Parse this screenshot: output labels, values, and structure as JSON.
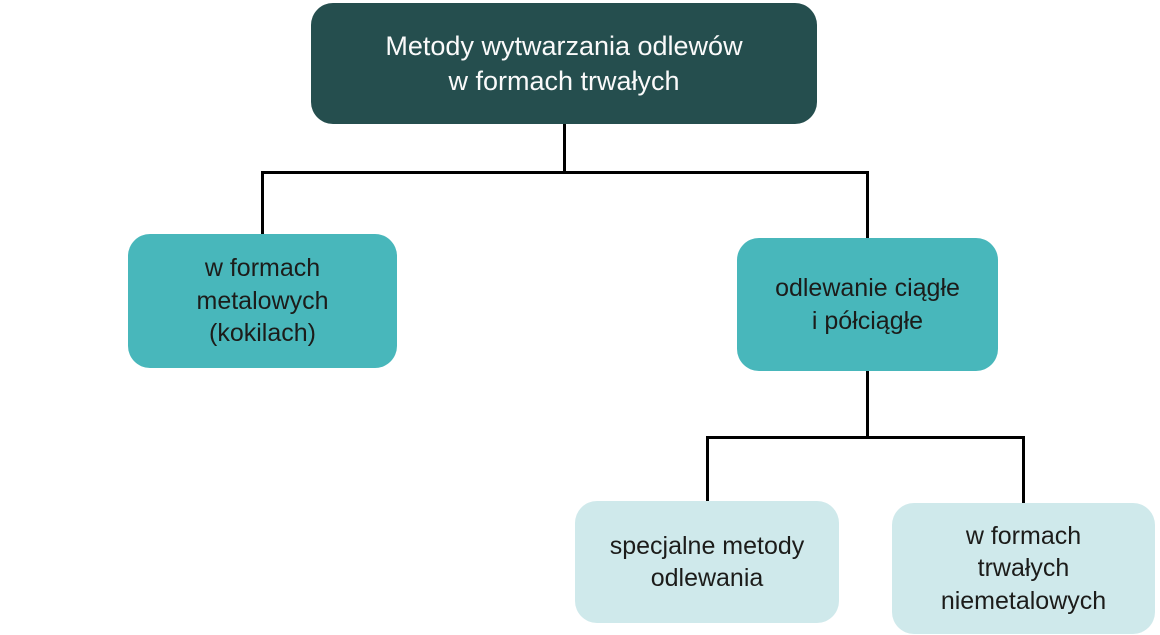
{
  "diagram": {
    "background_color": "#ffffff",
    "connector_color": "#000000",
    "nodes": {
      "root": {
        "label": "Metody wytwarzania odlewów\nw formach trwałych",
        "bg": "#254e4e",
        "text_color": "#fafafa"
      },
      "metal_molds": {
        "label": "w formach\nmetalowych\n(kokilach)",
        "bg": "#48b7bb",
        "text_color": "#1c1c1a"
      },
      "continuous_casting": {
        "label": "odlewanie ciągłe\ni półciągłe",
        "bg": "#48b7bb",
        "text_color": "#1c1c1a"
      },
      "special_methods": {
        "label": "specjalne metody\nodlewania",
        "bg": "#cfe9eb",
        "text_color": "#1c1c1a"
      },
      "nonmetal_permanent_molds": {
        "label": "w formach\ntrwałych\nniemetalowych",
        "bg": "#cfe9eb",
        "text_color": "#1c1c1a"
      }
    }
  }
}
